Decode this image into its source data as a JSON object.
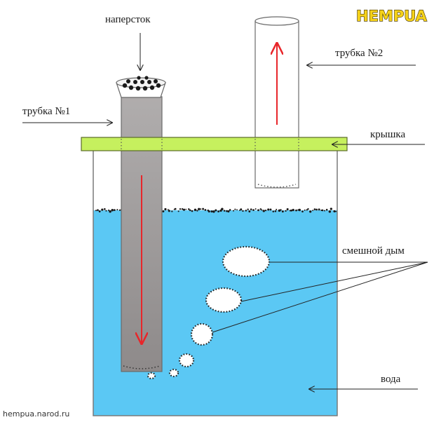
{
  "logo_text": "HEMPUA",
  "site_url": "hempua.narod.ru",
  "labels": {
    "thimble": "наперсток",
    "tube1": "трубка №1",
    "tube2": "трубка №2",
    "lid": "крышка",
    "smoke": "смешной дым",
    "water": "вода"
  },
  "colors": {
    "water": "#5bc8f4",
    "lid": "#c6f05e",
    "tube1": "#a8a4a4",
    "flow_arrow": "#e8262a",
    "logo": "#f5d21a"
  }
}
